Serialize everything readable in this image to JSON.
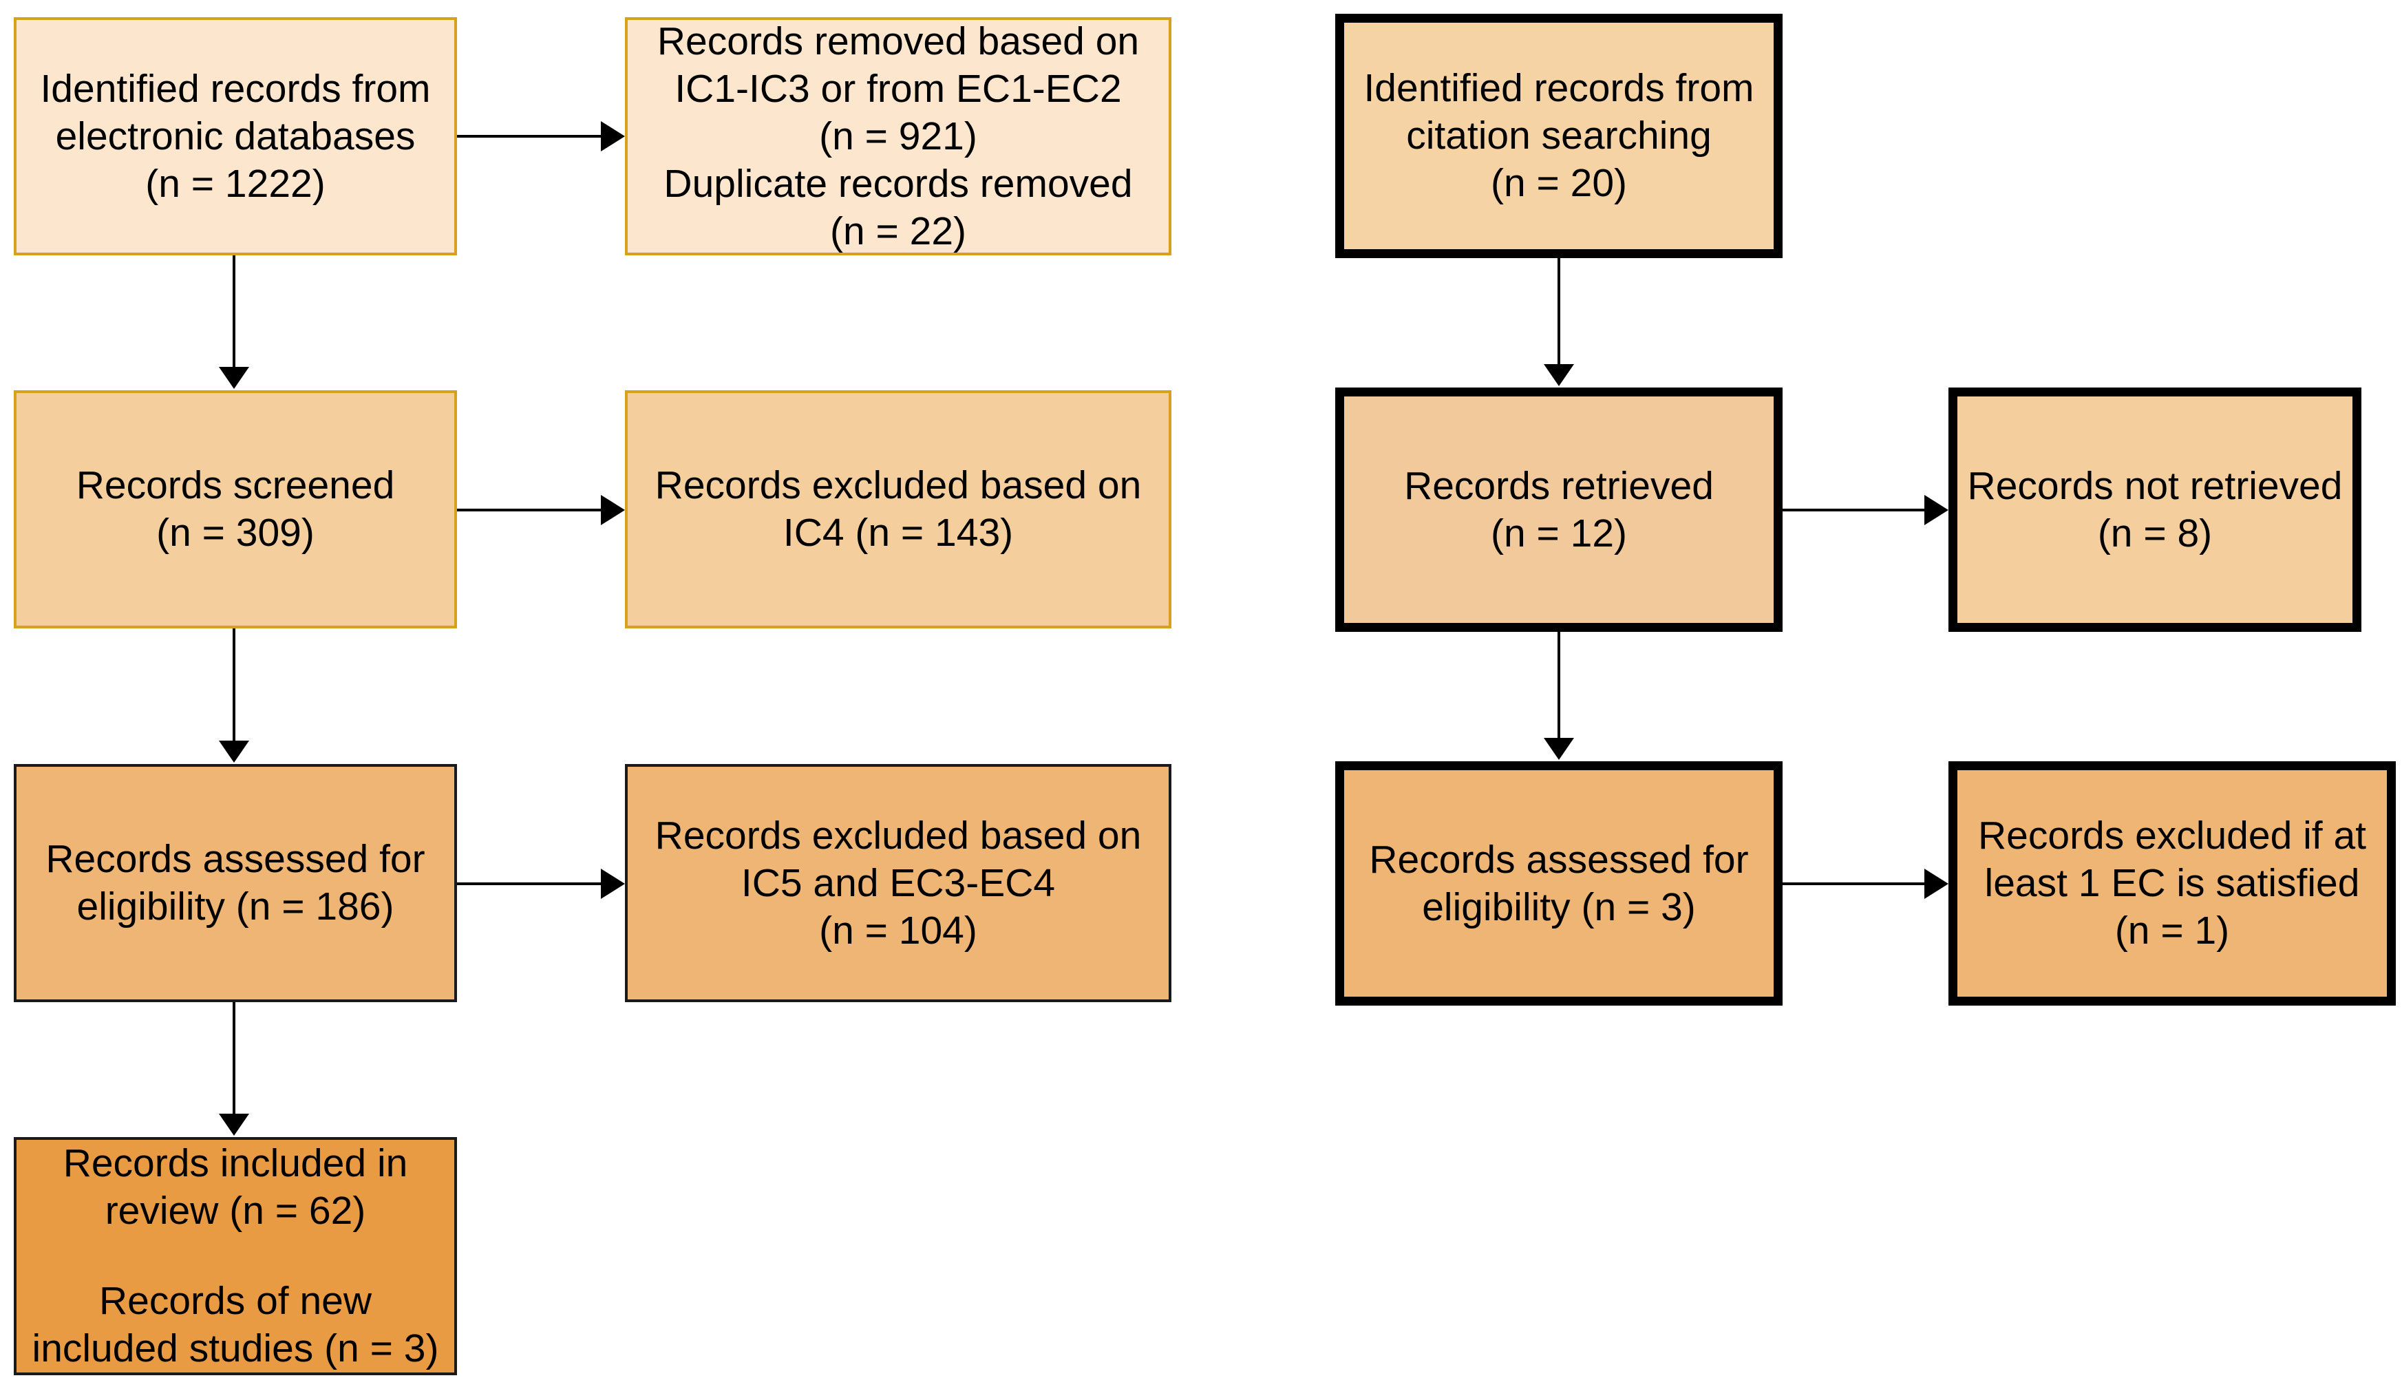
{
  "left_flow": {
    "identified_db": {
      "lines": [
        "Identified records from",
        "electronic databases",
        "(n = 1222)"
      ],
      "color": "#FCE6CD"
    },
    "removed": {
      "lines": [
        "Records removed based on",
        "IC1-IC3 or from EC1-EC2",
        "(n = 921)",
        "Duplicate records removed",
        "(n = 22)"
      ],
      "color": "#FCE6CD"
    },
    "screened": {
      "lines": [
        "Records screened",
        "(n = 309)"
      ],
      "color": "#F5CE9E"
    },
    "excluded_ic4": {
      "lines": [
        "Records excluded based on",
        "IC4 (n = 143)"
      ],
      "color": "#F5CE9E"
    },
    "assessed": {
      "lines": [
        "Records assessed for",
        "eligibility (n = 186)"
      ],
      "color": "#EEB574"
    },
    "excluded_ic5": {
      "lines": [
        "Records excluded based on",
        "IC5 and EC3-EC4",
        "(n = 104)"
      ],
      "color": "#EEB574"
    },
    "included": {
      "lines": [
        "Records included in",
        "review (n = 62)"
      ],
      "lines_new": [
        "Records of new",
        "included studies (n = 3)"
      ],
      "color": "#E99B44"
    }
  },
  "right_flow": {
    "identified_citation": {
      "lines": [
        "Identified records from",
        "citation searching",
        "(n = 20)"
      ],
      "color": "#F6D3A4"
    },
    "retrieved": {
      "lines": [
        "Records retrieved",
        "(n = 12)"
      ],
      "color": "#F2C99A"
    },
    "not_retrieved": {
      "lines": [
        "Records not retrieved",
        "(n = 8)"
      ],
      "color": "#F5CE9E"
    },
    "assessed": {
      "lines": [
        "Records assessed for",
        "eligibility (n = 3)"
      ],
      "color": "#EEB574"
    },
    "excluded_ec": {
      "lines": [
        "Records excluded if at",
        "least 1 EC is satisfied",
        "(n = 1)"
      ],
      "color": "#EEB574"
    }
  }
}
